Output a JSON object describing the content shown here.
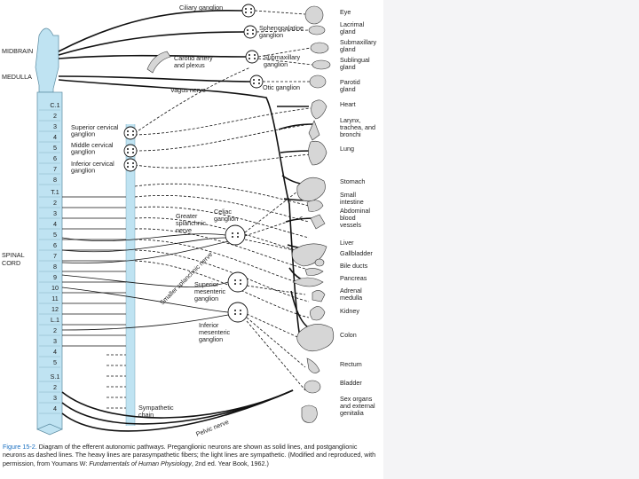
{
  "cns": {
    "midbrain": "MIDBRAIN",
    "medulla": "MEDULLA",
    "spinal_cord": [
      "SPINAL",
      "CORD"
    ]
  },
  "segments": {
    "cervical": [
      "C.1",
      "2",
      "3",
      "4",
      "5",
      "6",
      "7",
      "8"
    ],
    "thoracic": [
      "T.1",
      "2",
      "3",
      "4",
      "5",
      "6",
      "7",
      "8",
      "9",
      "10",
      "11",
      "12"
    ],
    "lumbar": [
      "L.1",
      "2",
      "3",
      "4",
      "5"
    ],
    "sacral": [
      "S.1",
      "2",
      "3",
      "4"
    ]
  },
  "ganglia": {
    "ciliary": "Ciliary ganglion",
    "sphenopalatine": [
      "Sphenopalatine",
      "ganglion"
    ],
    "submaxillary": [
      "Submaxillary",
      "ganglion"
    ],
    "otic": "Otic ganglion",
    "superior_cervical": [
      "Superior cervical",
      "ganglion"
    ],
    "middle_cervical": [
      "Middle cervical",
      "ganglion"
    ],
    "inferior_cervical": [
      "Inferior cervical",
      "ganglion"
    ],
    "celiac": [
      "Celiac",
      "ganglion"
    ],
    "superior_mesenteric": [
      "Superior",
      "mesenteric",
      "ganglion"
    ],
    "inferior_mesenteric": [
      "Inferior",
      "mesenteric",
      "ganglion"
    ],
    "sympathetic_chain": [
      "Sympathetic",
      "chain"
    ]
  },
  "nerves": {
    "vagus": "Vagus nerve",
    "carotid": [
      "Carotid artery",
      "and plexus"
    ],
    "greater_splanchnic": [
      "Greater",
      "splanchnic",
      "nerve"
    ],
    "smaller_splanchnic": "Smaller splanchnic nerve",
    "pelvic": "Pelvic nerve"
  },
  "organs": [
    [
      "Eye"
    ],
    [
      "Lacrimal",
      "gland"
    ],
    [
      "Submaxillary",
      "gland"
    ],
    [
      "Sublingual",
      "gland"
    ],
    [
      "Parotid",
      "gland"
    ],
    [
      "Heart"
    ],
    [
      "Larynx,",
      "trachea, and",
      "bronchi"
    ],
    [
      "Lung"
    ],
    [
      "Stomach"
    ],
    [
      "Small",
      "intestine"
    ],
    [
      "Abdominal",
      "blood",
      "vessels"
    ],
    [
      "Liver"
    ],
    [
      "Gallbladder"
    ],
    [
      "Bile ducts"
    ],
    [
      "Pancreas"
    ],
    [
      "Adrenal",
      "medulla"
    ],
    [
      "Kidney"
    ],
    [
      "Colon"
    ],
    [
      "Rectum"
    ],
    [
      "Bladder"
    ],
    [
      "Sex organs",
      "and external",
      "genitalia"
    ]
  ],
  "caption": {
    "figure_ref": "Figure 15-2.",
    "text_1": " Diagram of the efferent autonomic pathways. Preganglionic neurons are shown as solid lines, and postganglionic neurons as dashed lines. The heavy lines are parasympathetic fibers; the light lines are sympathetic. (Modified and reproduced, with permission, from Youmans W: ",
    "book_title": "Fundamentals of Human Physiology",
    "text_2": ", 2nd ed. Year Book, 1962.)"
  },
  "colors": {
    "page": "#ffffff",
    "gutter": "#f4f4f6",
    "spinal_cord": "#bfe3f2",
    "line": "#111111",
    "organ_fill": "#d6d6d6",
    "caption_ref": "#1a6fc0"
  }
}
